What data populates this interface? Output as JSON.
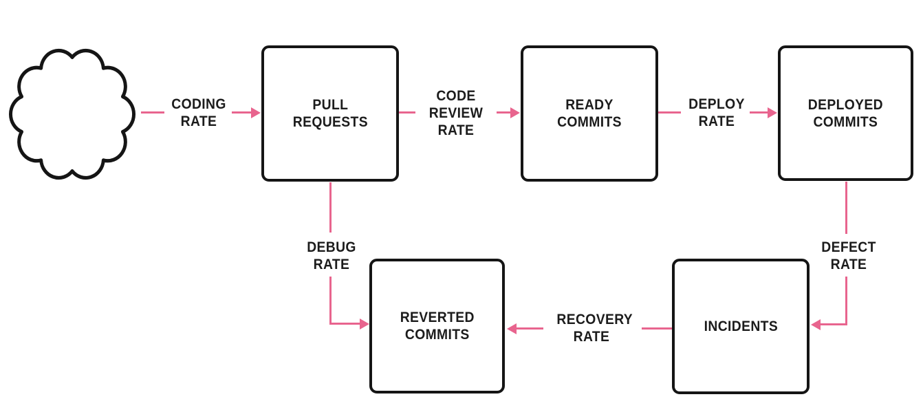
{
  "diagram": {
    "background": "#ffffff",
    "accent_color": "#e8648e",
    "line_color": "#151515",
    "text_color": "#1c1c1c"
  },
  "nodes": {
    "source_cloud": {
      "shape": "cloud"
    },
    "pull_requests": {
      "label": "PULL\nREQUESTS"
    },
    "ready_commits": {
      "label": "READY\nCOMMITS"
    },
    "deployed_commits": {
      "label": "DEPLOYED\nCOMMITS"
    },
    "reverted_commits": {
      "label": "REVERTED\nCOMMITS"
    },
    "incidents": {
      "label": "INCIDENTS"
    }
  },
  "edges": {
    "coding_rate": {
      "label": "CODING\nRATE",
      "from": "source_cloud",
      "to": "pull_requests"
    },
    "code_review_rate": {
      "label": "CODE\nREVIEW\nRATE",
      "from": "pull_requests",
      "to": "ready_commits"
    },
    "deploy_rate": {
      "label": "DEPLOY\nRATE",
      "from": "ready_commits",
      "to": "deployed_commits"
    },
    "defect_rate": {
      "label": "DEFECT\nRATE",
      "from": "deployed_commits",
      "to": "incidents"
    },
    "recovery_rate": {
      "label": "RECOVERY\nRATE",
      "from": "incidents",
      "to": "reverted_commits"
    },
    "debug_rate": {
      "label": "DEBUG\nRATE",
      "from": "pull_requests",
      "to": "reverted_commits"
    }
  }
}
